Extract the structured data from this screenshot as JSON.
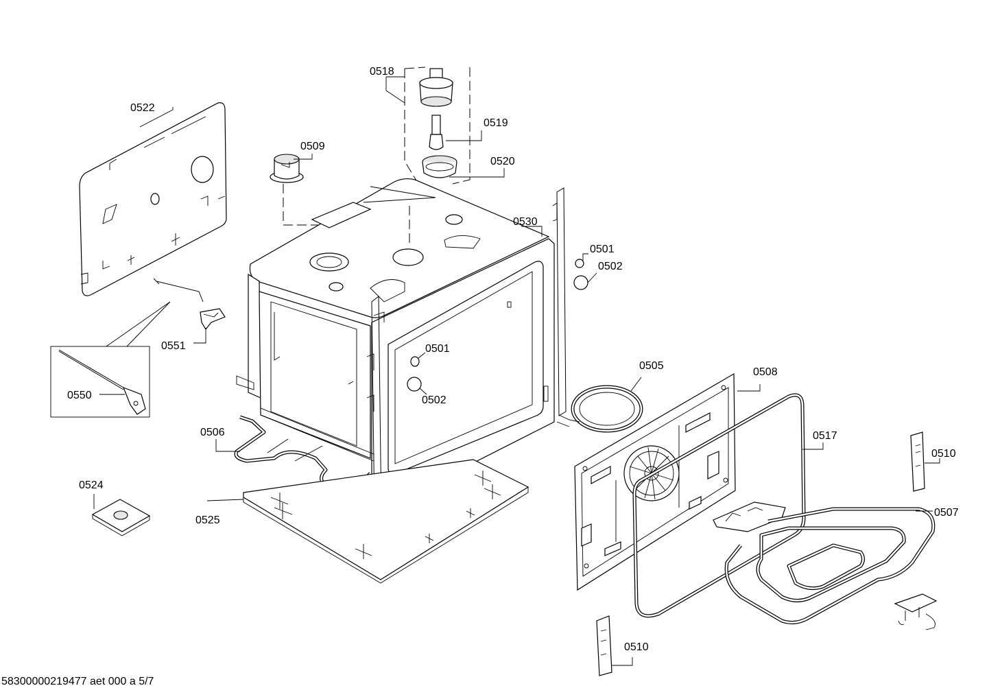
{
  "labels": {
    "p0518": "0518",
    "p0519": "0519",
    "p0520": "0520",
    "p0522": "0522",
    "p0509": "0509",
    "p0530": "0530",
    "p0501a": "0501",
    "p0502a": "0502",
    "p0501b": "0501",
    "p0502b": "0502",
    "p0551": "0551",
    "p0550": "0550",
    "p0505": "0505",
    "p0508": "0508",
    "p0517": "0517",
    "p0510a": "0510",
    "p0507": "0507",
    "p0506": "0506",
    "p0524": "0524",
    "p0525": "0525",
    "p0510b": "0510"
  },
  "footer": "58300000219477 aet 000 a 5/7"
}
